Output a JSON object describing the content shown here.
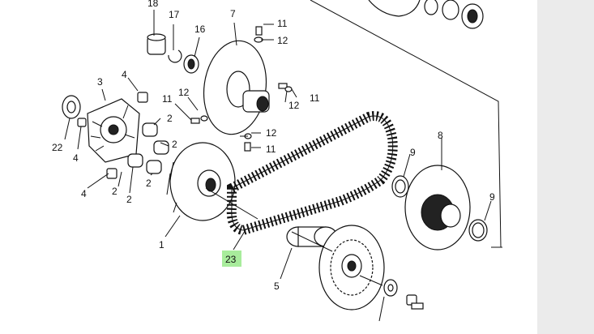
{
  "diagram": {
    "labels": {
      "l18": "18",
      "l17": "17",
      "l16": "16",
      "l7": "7",
      "l11a": "11",
      "l12a": "12",
      "l4a": "4",
      "l3": "3",
      "l12b": "12",
      "l11b": "11",
      "l2a": "2",
      "l2b": "2",
      "l22": "22",
      "l4b": "4",
      "l2c": "2",
      "l12c": "12",
      "l11c": "11",
      "l12d": "12",
      "l11d": "11",
      "l8": "8",
      "l9a": "9",
      "l9b": "9",
      "l4c": "4",
      "l2d": "2",
      "l2e": "2",
      "l1": "1",
      "l5": "5",
      "l23": "23"
    },
    "highlight": {
      "part": "23",
      "color": "#a8ec9c"
    }
  },
  "panel": {
    "color": "#ebebeb"
  }
}
